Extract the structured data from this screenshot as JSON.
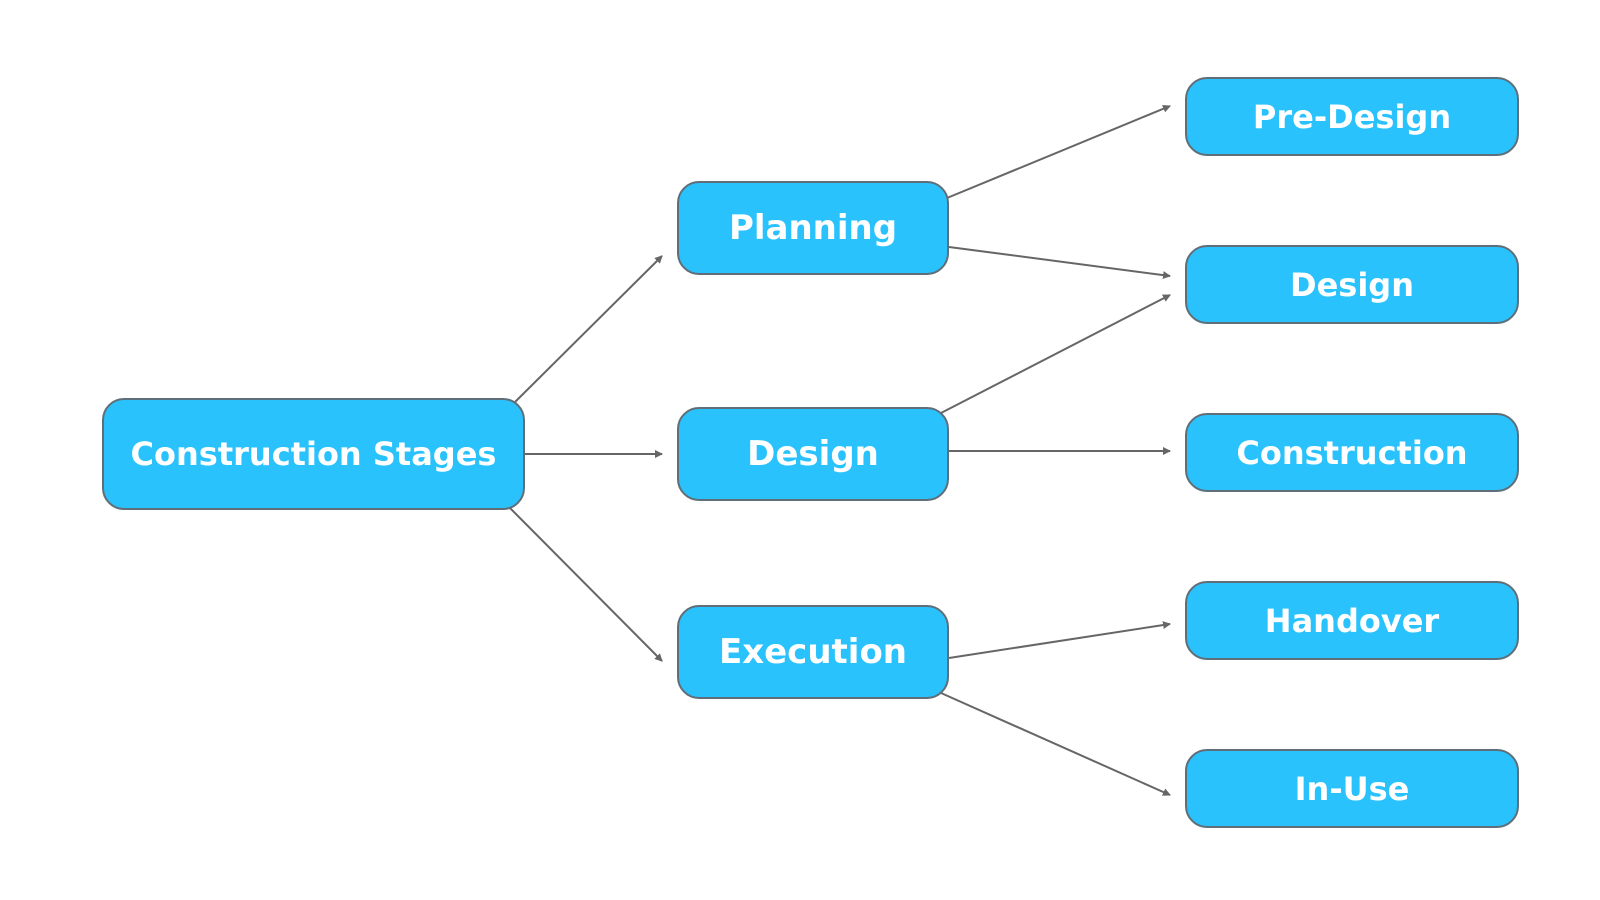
{
  "colors": {
    "node_fill": "#29c2fd",
    "node_border": "#5f6e78",
    "node_text": "#ffffff",
    "connector": "#666666"
  },
  "nodes": {
    "root": {
      "label": "Construction Stages"
    },
    "planning": {
      "label": "Planning"
    },
    "design": {
      "label": "Design"
    },
    "execution": {
      "label": "Execution"
    },
    "pre_design": {
      "label": "Pre-Design"
    },
    "design_stage": {
      "label": "Design"
    },
    "construction": {
      "label": "Construction"
    },
    "handover": {
      "label": "Handover"
    },
    "in_use": {
      "label": "In-Use"
    }
  },
  "edges": [
    {
      "from": "root",
      "to": "planning"
    },
    {
      "from": "root",
      "to": "design"
    },
    {
      "from": "root",
      "to": "execution"
    },
    {
      "from": "planning",
      "to": "pre_design"
    },
    {
      "from": "planning",
      "to": "design_stage"
    },
    {
      "from": "design",
      "to": "design_stage"
    },
    {
      "from": "design",
      "to": "construction"
    },
    {
      "from": "execution",
      "to": "handover"
    },
    {
      "from": "execution",
      "to": "in_use"
    }
  ]
}
